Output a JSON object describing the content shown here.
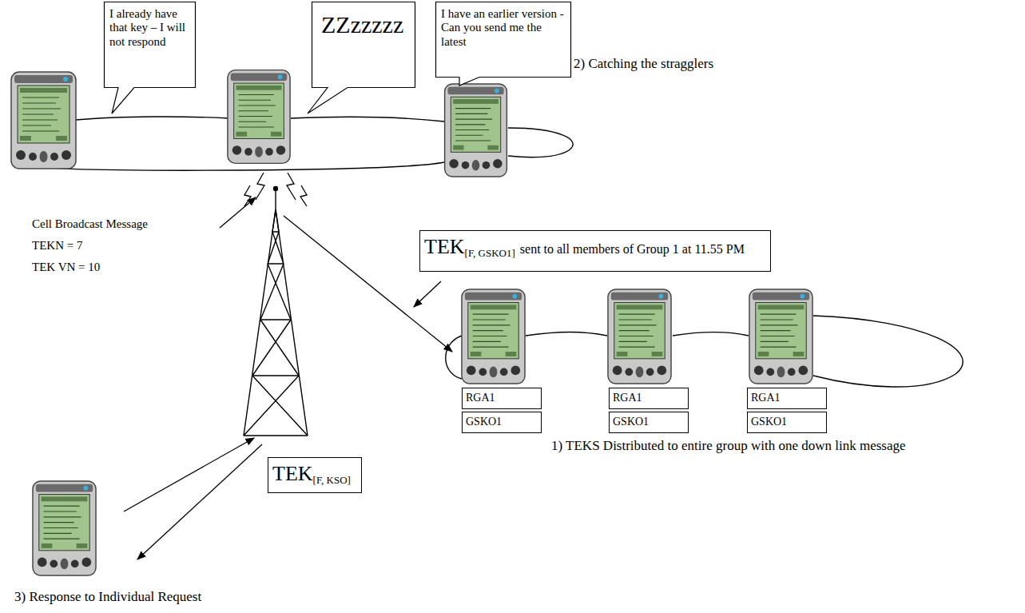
{
  "diagram": {
    "nodes": [
      {
        "text": [
          "I already have that key – I will not respond"
        ]
      },
      {
        "text": [
          "ZZzzzzz"
        ]
      },
      {
        "text": [
          "I have an earlier version - Can you send me the latest"
        ]
      },
      {
        "text": [
          "TEK",
          "[F, GSKO1]",
          "sent to all members of Group 1 at 11.55 PM"
        ]
      },
      {
        "text": [
          "RGA1"
        ]
      },
      {
        "text": [
          "RGA1"
        ]
      },
      {
        "text": [
          "RGA1"
        ]
      },
      {
        "text": [
          "GSKO1"
        ]
      },
      {
        "text": [
          "GSKO1"
        ]
      },
      {
        "text": [
          "GSKO1"
        ]
      },
      {
        "text": [
          "TEK",
          "[F, KSO]"
        ]
      }
    ],
    "labels": [
      "2) Catching the stragglers",
      "Cell Broadcast Message",
      "TEKN = 7",
      "TEK VN = 10",
      "1) TEKS Distributed to entire group with one down link message",
      "3) Response to Individual Request"
    ]
  }
}
